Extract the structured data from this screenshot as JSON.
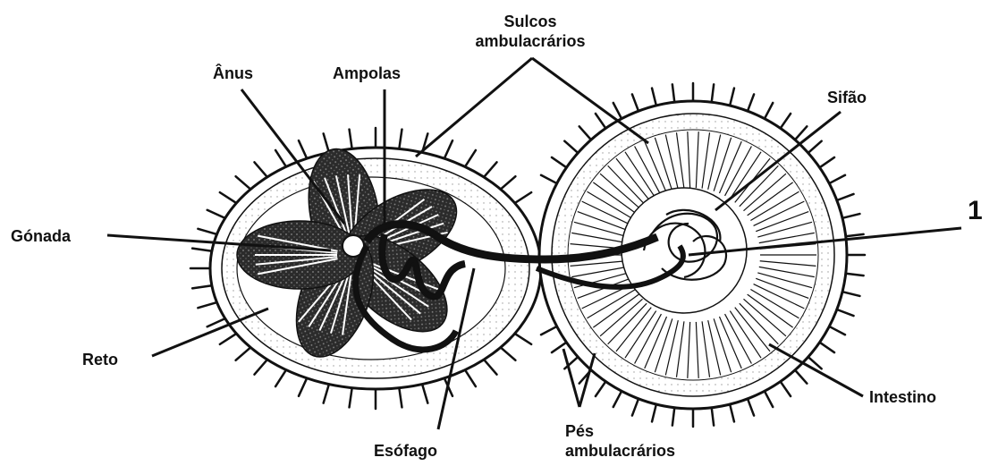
{
  "diagram": {
    "labels": {
      "sulcos": [
        "Sulcos",
        "ambulacrários"
      ],
      "anus": "Ânus",
      "ampolas": "Ampolas",
      "sifao": "Sifão",
      "gonada": "Gónada",
      "reto": "Reto",
      "esofago": "Esófago",
      "pes": [
        "Pés",
        "ambulacrários"
      ],
      "intestino": "Intestino",
      "numero": "1"
    },
    "colors": {
      "ink": "#111111",
      "fill_dark": "#2b2b2b",
      "background": "#ffffff"
    }
  }
}
